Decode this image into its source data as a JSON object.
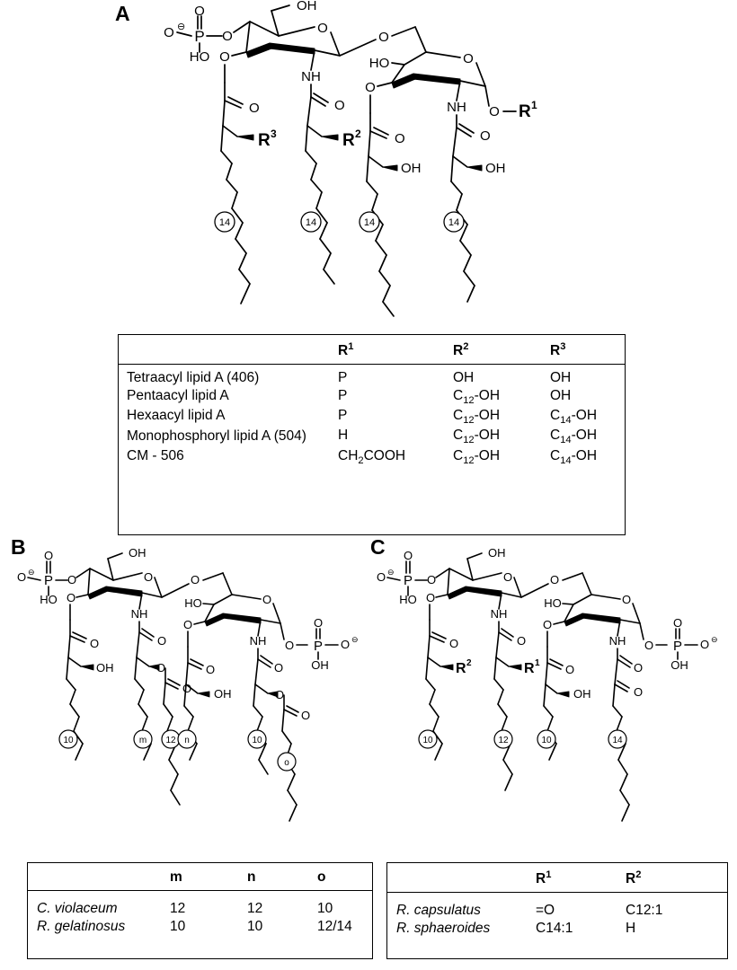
{
  "figure": {
    "panels": [
      {
        "letter": "A"
      },
      {
        "letter": "B"
      },
      {
        "letter": "C"
      }
    ]
  },
  "panelA": {
    "letter": "A",
    "structure": {
      "labels": {
        "phosphate_ominus": "O",
        "phosphate_p": "P",
        "phosphate_o_double": "O",
        "phosphate_ho": "HO",
        "ester_o": "O",
        "ring_o": "O",
        "ch2oh": "OH",
        "nh": "NH",
        "carbonyl_o": "O",
        "hydroxyl": "OH",
        "glycosidic_o": "O",
        "ho_right": "HO",
        "r1": "R",
        "r2": "R",
        "r3": "R",
        "r1_sup": "1",
        "r2_sup": "2",
        "r3_sup": "3"
      },
      "chain_labels": [
        "14",
        "14",
        "14",
        "14"
      ]
    },
    "table": {
      "headers": [
        "",
        "R1",
        "R2",
        "R3"
      ],
      "header_display": [
        "",
        "R¹",
        "R²",
        "R³"
      ],
      "rows": [
        {
          "name": "Tetraacyl lipid A (406)",
          "r1": "P",
          "r2": "OH",
          "r3": "OH"
        },
        {
          "name": "Pentaacyl lipid A",
          "r1": "P",
          "r2": "C12-OH",
          "r3": "OH"
        },
        {
          "name": "Hexaacyl lipid A",
          "r1": "P",
          "r2": "C12-OH",
          "r3": "C14-OH"
        },
        {
          "name": "Monophosphoryl lipid A (504)",
          "r1": "H",
          "r2": "C12-OH",
          "r3": "C14-OH"
        },
        {
          "name": "CM - 506",
          "r1": "CH2COOH",
          "r2": "C12-OH",
          "r3": "C14-OH"
        }
      ]
    }
  },
  "panelB": {
    "letter": "B",
    "structure": {
      "chain_labels": [
        "10",
        "m",
        "12",
        "n",
        "10",
        "o"
      ],
      "labels": {
        "phosphate_p": "P",
        "phosphate_ho": "HO",
        "nh": "NH",
        "ring_o": "O",
        "ch2oh": "OH",
        "hydroxyl": "OH",
        "ho_right": "HO"
      }
    },
    "table": {
      "headers": [
        "",
        "m",
        "n",
        "o"
      ],
      "rows": [
        {
          "organism": "C. violaceum",
          "m": "12",
          "n": "12",
          "o": "10"
        },
        {
          "organism": "R. gelatinosus",
          "m": "10",
          "n": "10",
          "o": "12/14"
        }
      ]
    }
  },
  "panelC": {
    "letter": "C",
    "structure": {
      "chain_labels": [
        "10",
        "12",
        "10",
        "14"
      ],
      "labels": {
        "phosphate_p": "P",
        "phosphate_ho": "HO",
        "nh": "NH",
        "ring_o": "O",
        "ch2oh": "OH",
        "hydroxyl": "OH",
        "ho_right": "HO",
        "r1": "R",
        "r2": "R"
      }
    },
    "table": {
      "headers": [
        "",
        "R1",
        "R2"
      ],
      "header_display": [
        "",
        "R¹",
        "R²"
      ],
      "rows": [
        {
          "organism": "R. capsulatus",
          "r1": "=O",
          "r2": "C12:1"
        },
        {
          "organism": "R. sphaeroides",
          "r1": "C14:1",
          "r2": "H"
        }
      ]
    }
  },
  "colors": {
    "ink": "#000000",
    "background": "#ffffff"
  }
}
